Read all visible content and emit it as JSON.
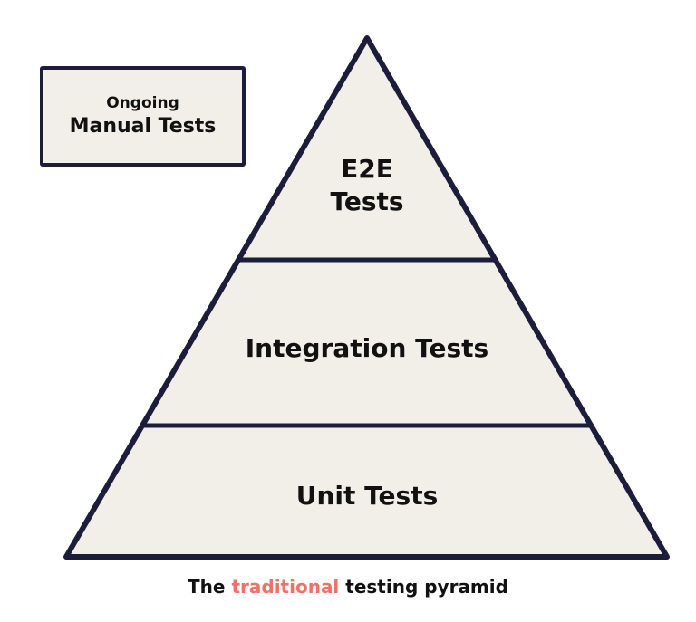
{
  "manual_box": {
    "line1": "Ongoing",
    "line2": "Manual Tests"
  },
  "pyramid": {
    "top": {
      "line1": "E2E",
      "line2": "Tests"
    },
    "middle": "Integration Tests",
    "bottom": "Unit Tests"
  },
  "caption": {
    "prefix": "The ",
    "accent": "traditional",
    "suffix": " testing pyramid"
  },
  "colors": {
    "outline": "#1b1d3a",
    "fill": "#f1efe8",
    "accent": "#f07167",
    "text": "#111111"
  }
}
